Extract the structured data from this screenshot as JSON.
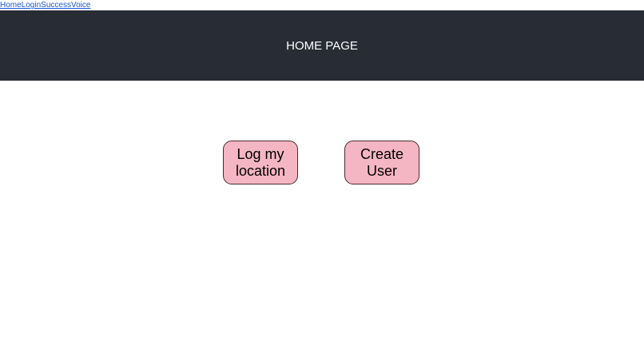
{
  "nav": {
    "links": [
      "Home",
      "Login",
      "Success",
      "Voice"
    ]
  },
  "header": {
    "title": "HOME PAGE",
    "bg_color": "#282c34"
  },
  "buttons": {
    "log_location": "Log my location",
    "create_user": "Create User",
    "color": "#f4b6c2"
  }
}
